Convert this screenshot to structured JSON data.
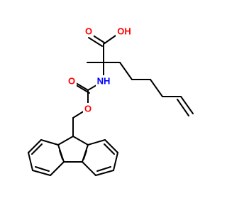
{
  "molecule": {
    "atoms": {
      "acid_carbonyl_o": {
        "symbol": "O",
        "color": "#ff0000"
      },
      "acid_hydroxyl": {
        "symbol": "OH",
        "color": "#ff0000"
      },
      "amide_n": {
        "symbol": "NH",
        "color": "#0000ff"
      },
      "carbamate_carbonyl_o": {
        "symbol": "O",
        "color": "#ff0000"
      },
      "ester_o": {
        "symbol": "O",
        "color": "#ff0000"
      }
    },
    "colors": {
      "bond": "#000000",
      "oxygen": "#ff0000",
      "nitrogen": "#0000ff"
    }
  }
}
